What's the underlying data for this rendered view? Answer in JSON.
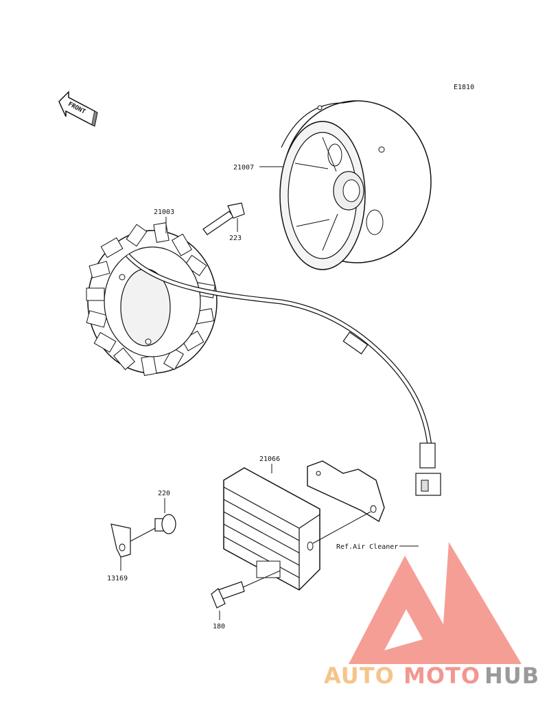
{
  "diagram": {
    "code": "E1810",
    "front_label": "FRONT",
    "parts": {
      "flywheel": "21007",
      "stator": "21003",
      "stator_bolt": "223",
      "regulator": "21066",
      "collar": "220",
      "bracket": "13169",
      "regulator_bolt": "180"
    },
    "reference_note": "Ref.Air Cleaner"
  },
  "watermark": {
    "brand_part1": "AUTO",
    "brand_part2": "MOTO",
    "brand_part3": "HUB",
    "colors": {
      "auto": "#f6c48a",
      "moto": "#f2978f",
      "hub": "#9a9a9a",
      "triangle": "#f4998f"
    }
  }
}
